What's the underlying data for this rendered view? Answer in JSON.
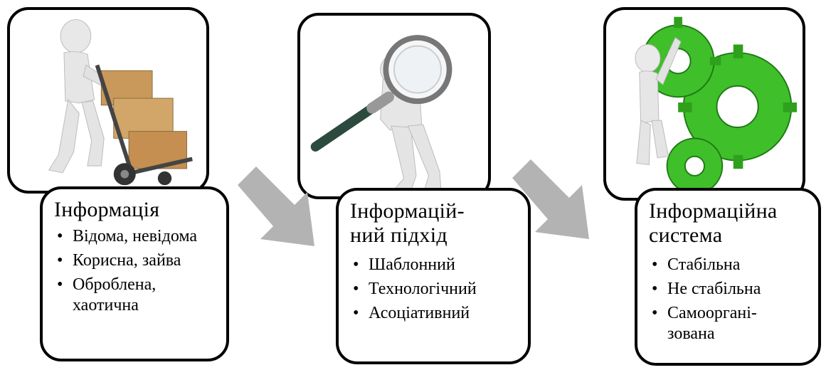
{
  "colors": {
    "border": "#000000",
    "arrow": "#b3b3b3",
    "box_fill": "#cfa56a",
    "gear_green": "#3fbf2a"
  },
  "images": [
    {
      "icon": "figure-pushing-boxes-icon"
    },
    {
      "icon": "figure-with-magnifier-icon"
    },
    {
      "icon": "figure-with-green-gears-icon"
    }
  ],
  "boxes": [
    {
      "title": "Інформація",
      "items": [
        "Відома, невідома",
        "Корисна, зайва",
        "Оброблена, хаотична"
      ]
    },
    {
      "title": "Інформацій-ний підхід",
      "items": [
        "Шаблонний",
        "Технологічний",
        "Асоціативний"
      ]
    },
    {
      "title": "Інформаційна система",
      "items": [
        "Стабільна",
        "Не стабільна",
        "Самоорганi-зована"
      ]
    }
  ]
}
